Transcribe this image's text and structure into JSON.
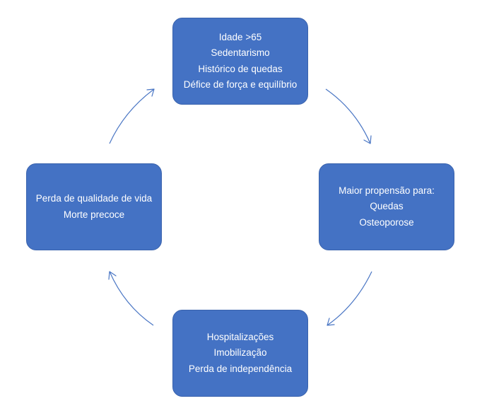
{
  "diagram": {
    "type": "cycle",
    "colors": {
      "node_fill": "#4472c4",
      "node_text": "#ffffff",
      "arrow": "#4a76c4"
    },
    "nodes": [
      {
        "id": "top",
        "lines": [
          "Idade >65",
          "Sedentarismo",
          "Histórico de quedas",
          "Défice de força e equilíbrio"
        ]
      },
      {
        "id": "right",
        "lines": [
          "Maior propensão para:",
          "Quedas",
          "Osteoporose"
        ]
      },
      {
        "id": "bottom",
        "lines": [
          "Hospitalizações",
          "Imobilização",
          "Perda de independência"
        ]
      },
      {
        "id": "left",
        "lines": [
          "Perda de qualidade de vida",
          "Morte precoce"
        ]
      }
    ],
    "edges": [
      {
        "from": "top",
        "to": "right"
      },
      {
        "from": "right",
        "to": "bottom"
      },
      {
        "from": "bottom",
        "to": "left"
      },
      {
        "from": "left",
        "to": "top"
      }
    ]
  }
}
